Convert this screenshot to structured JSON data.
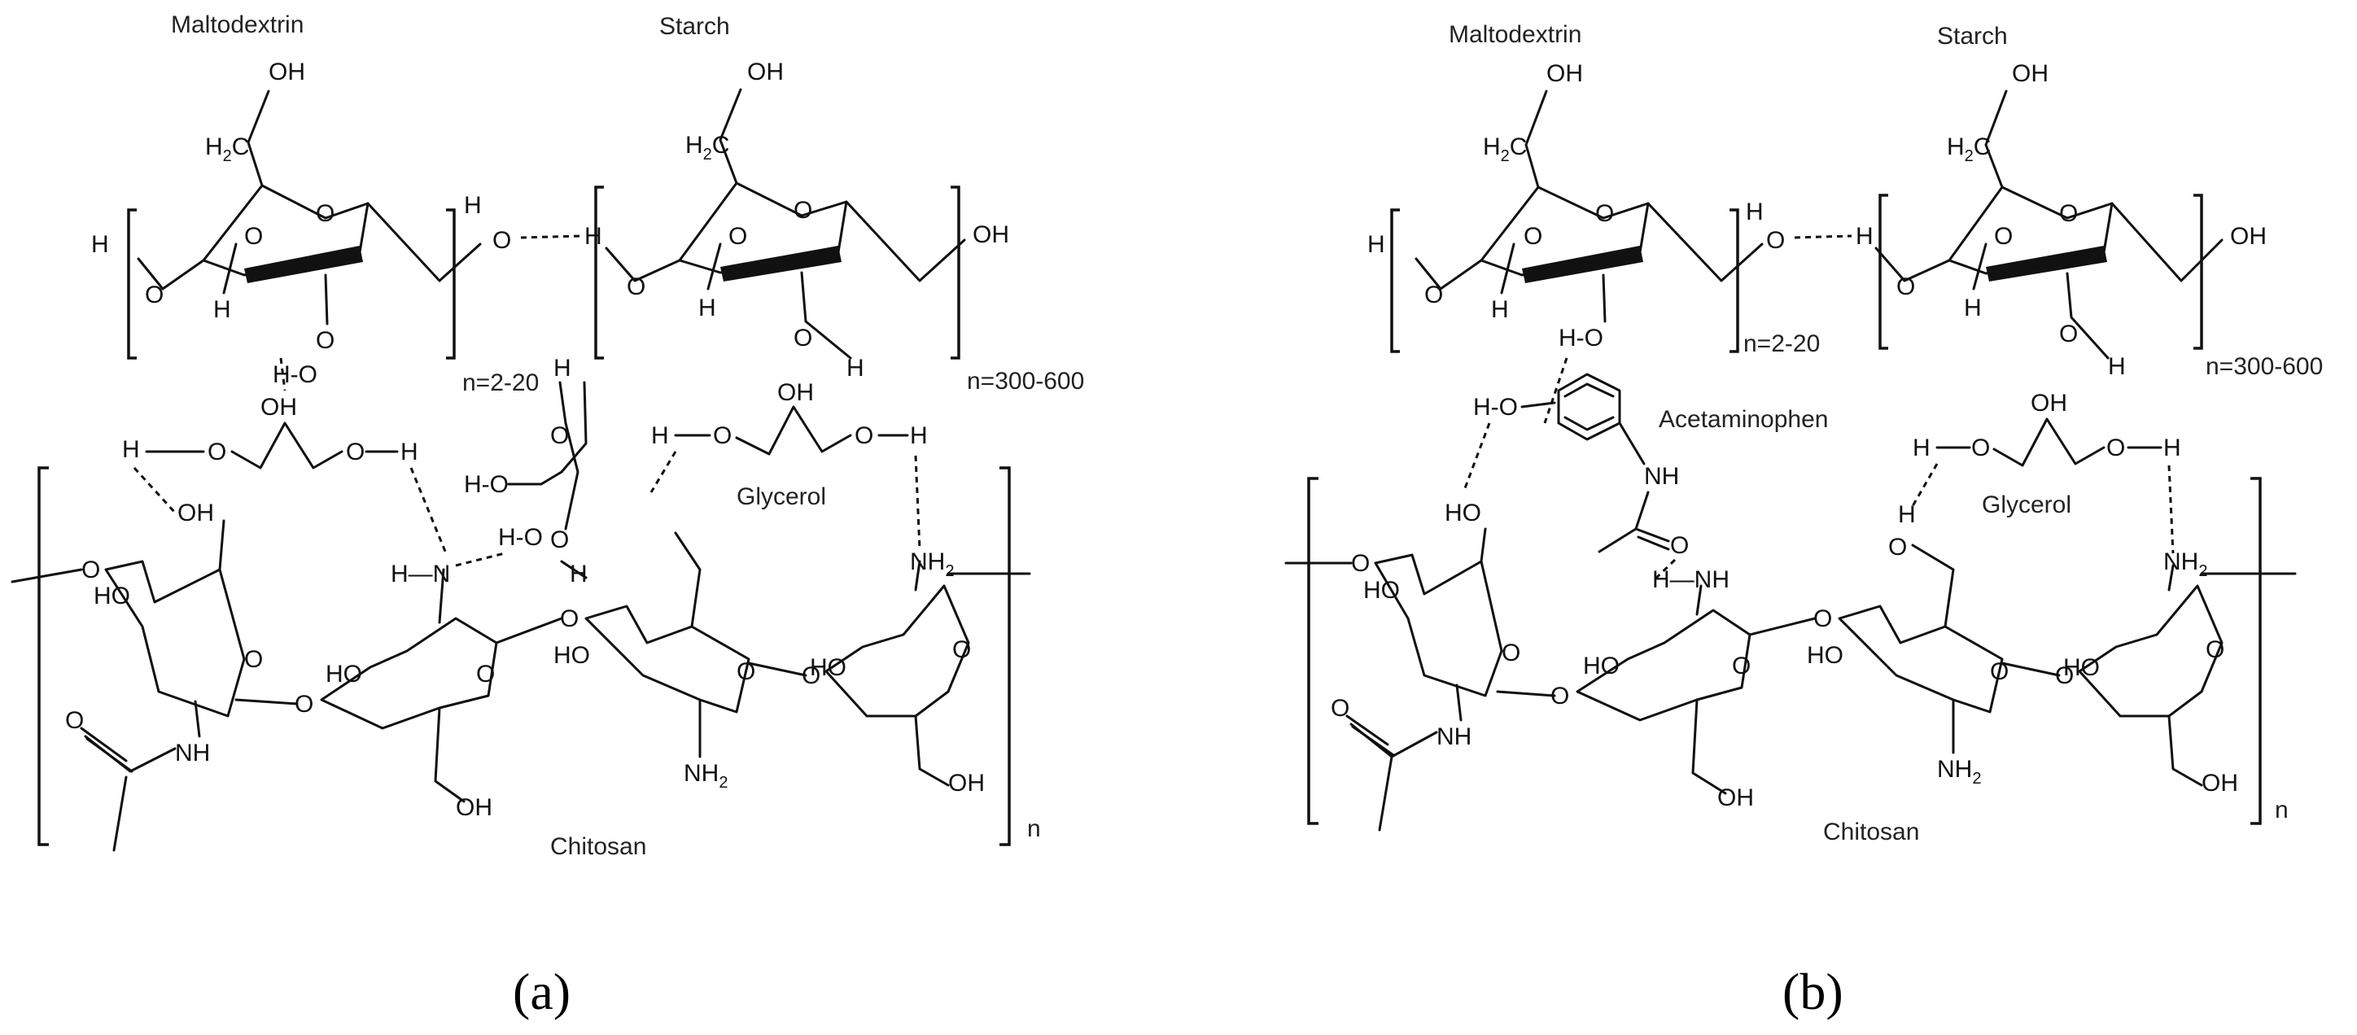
{
  "panels": [
    {
      "id": "a",
      "caption": "(a)",
      "names": {
        "maltodextrin": "Maltodextrin",
        "starch": "Starch",
        "glycerol": "Glycerol",
        "chitosan": "Chitosan"
      },
      "repeats": {
        "maltodextrin": "n=2-20",
        "starch": "n=300-600",
        "chitosan": "n"
      }
    },
    {
      "id": "b",
      "caption": "(b)",
      "names": {
        "maltodextrin": "Maltodextrin",
        "starch": "Starch",
        "glycerol": "Glycerol",
        "chitosan": "Chitosan",
        "acetaminophen": "Acetaminophen"
      },
      "repeats": {
        "maltodextrin": "n=2-20",
        "starch": "n=300-600",
        "chitosan": "n"
      }
    }
  ],
  "atoms": {
    "oh": "OH",
    "ho": "HO",
    "h2c": "H2C",
    "h": "H",
    "o": "O",
    "nh": "NH",
    "nh2": "NH2",
    "n": "N",
    "ho_h": "H-O",
    "h_o": "H-O"
  }
}
